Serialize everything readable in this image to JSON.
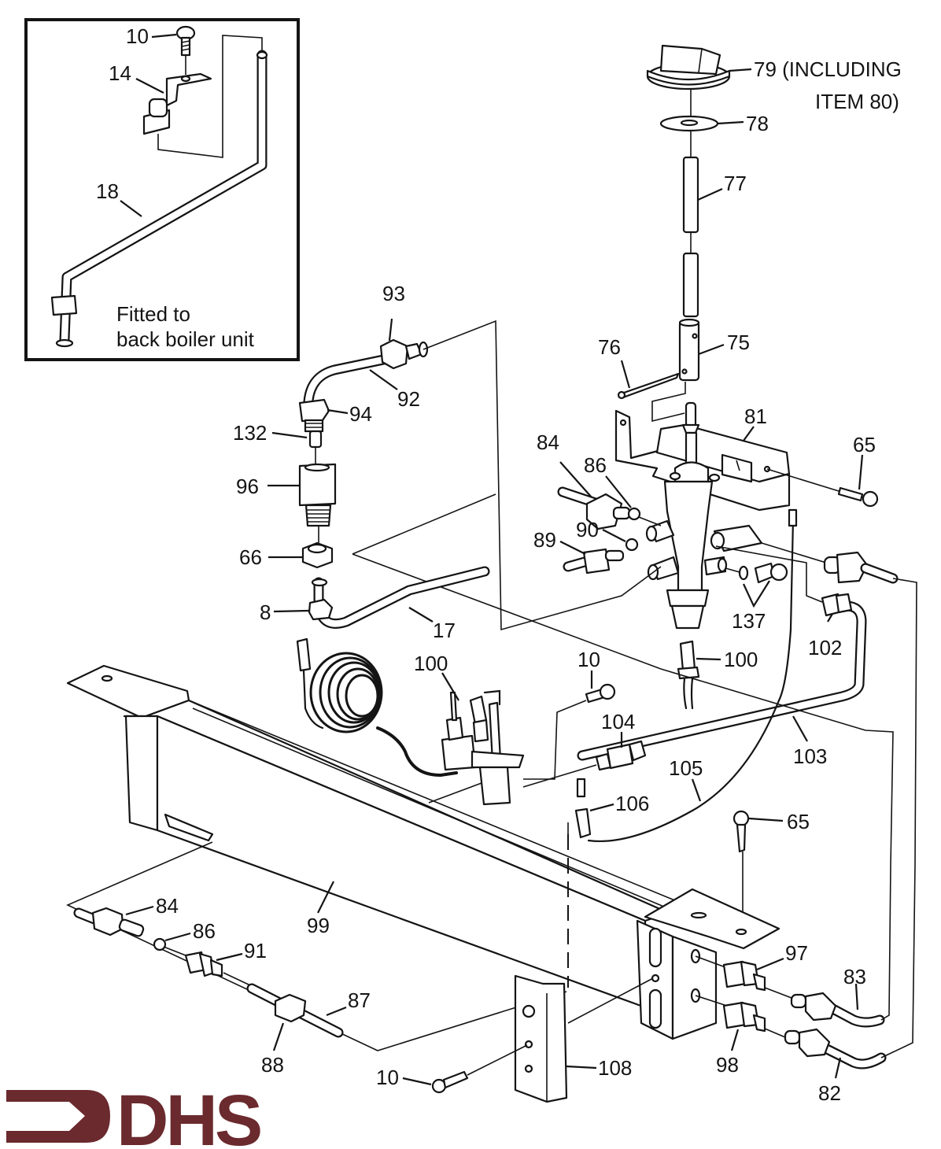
{
  "diagram": {
    "type": "exploded parts diagram",
    "subject": "gas fire control valve, pilot and burner rail assembly",
    "inset": {
      "note_line1": "Fitted to",
      "note_line2": "back boiler unit",
      "labels": {
        "screw": "10",
        "bracket": "14",
        "pipe": "18"
      }
    },
    "labels": {
      "knob": "79 (INCLUDING",
      "knob_cont": "ITEM 80)",
      "washer": "78",
      "spindle_extension": "77",
      "spindle_coupling": "75",
      "split_pin": "76",
      "mounting_bracket": "81",
      "bracket_screw": "65",
      "nut_84_top": "84",
      "olive_86_top": "86",
      "olive_90": "90",
      "nut_89": "89",
      "seal_137": "137",
      "thermocouple_connector_102": "102",
      "pilot_pipe_103": "103",
      "thermocouple_100_right": "100",
      "elbow_93": "93",
      "pipe_92": "92",
      "nut_94": "94",
      "adaptor_132": "132",
      "adaptor_96": "96",
      "nut_66": "66",
      "nut_8": "8",
      "pipe_17": "17",
      "pilot_100_left": "100",
      "pilot_screw_10": "10",
      "union_104": "104",
      "ignition_lead_105": "105",
      "ignition_connector_106": "106",
      "rail_screw_65": "65",
      "burner_rail_99": "99",
      "nut_84_bottom": "84",
      "olive_86_bottom": "86",
      "union_91": "91",
      "pipe_87": "87",
      "nut_88": "88",
      "union_97": "97",
      "union_98": "98",
      "pipe_83": "83",
      "pipe_82": "82",
      "bracket_screw_10": "10",
      "bracket_108": "108"
    }
  },
  "logo": {
    "text": "DHS",
    "color": "#6b2a2e"
  }
}
